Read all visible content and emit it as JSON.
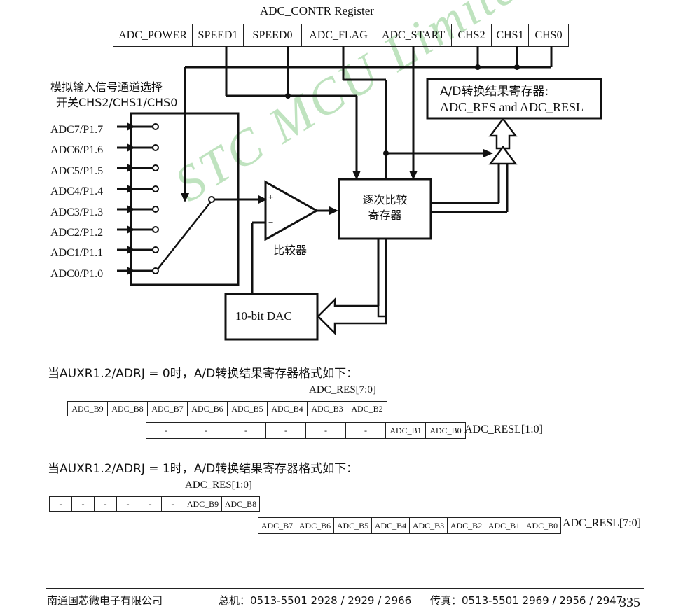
{
  "register": {
    "title": "ADC_CONTR Register",
    "fields": [
      "ADC_POWER",
      "SPEED1",
      "SPEED0",
      "ADC_FLAG",
      "ADC_START",
      "CHS2",
      "CHS1",
      "CHS0"
    ]
  },
  "diagram": {
    "result_box_line1": "A/D转换结果寄存器:",
    "result_box_line2": "ADC_RES and ADC_RESL",
    "mux_label_line1": "模拟输入信号通道选择",
    "mux_label_line2": "开关CHS2/CHS1/CHS0",
    "channels": [
      "ADC7/P1.7",
      "ADC6/P1.6",
      "ADC5/P1.5",
      "ADC4/P1.4",
      "ADC3/P1.3",
      "ADC2/P1.2",
      "ADC1/P1.1",
      "ADC0/P1.0"
    ],
    "comparator_plus": "+",
    "comparator_minus": "−",
    "comparator_label": "比较器",
    "sar_line1": "逐次比较",
    "sar_line2": "寄存器",
    "dac_label": "10-bit DAC",
    "watermark": "STC MCU Limited."
  },
  "format0": {
    "intro": "当AUXR1.2/ADRJ = 0时，A/D转换结果寄存器格式如下：",
    "res_label": "ADC_RES[7:0]",
    "res_bits": [
      "ADC_B9",
      "ADC_B8",
      "ADC_B7",
      "ADC_B6",
      "ADC_B5",
      "ADC_B4",
      "ADC_B3",
      "ADC_B2"
    ],
    "resl_bits": [
      "-",
      "-",
      "-",
      "-",
      "-",
      "-",
      "ADC_B1",
      "ADC_B0"
    ],
    "resl_label": "ADC_RESL[1:0]"
  },
  "format1": {
    "intro": "当AUXR1.2/ADRJ = 1时，A/D转换结果寄存器格式如下：",
    "res_label": "ADC_RES[1:0]",
    "res_bits": [
      "-",
      "-",
      "-",
      "-",
      "-",
      "-",
      "ADC_B9",
      "ADC_B8"
    ],
    "resl_bits": [
      "ADC_B7",
      "ADC_B6",
      "ADC_B5",
      "ADC_B4",
      "ADC_B3",
      "ADC_B2",
      "ADC_B1",
      "ADC_B0"
    ],
    "resl_label": "ADC_RESL[7:0]"
  },
  "footer": {
    "company": "南通国芯微电子有限公司",
    "phone": "总机：0513-5501 2928 / 2929 / 2966",
    "fax": "传真：0513-5501 2969 / 2956 / 2947",
    "page": "335"
  }
}
